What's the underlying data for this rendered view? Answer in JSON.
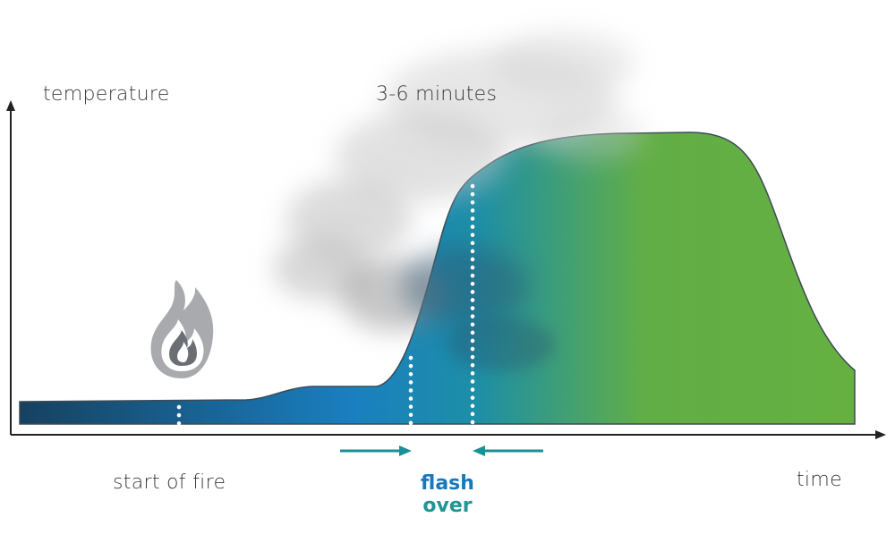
{
  "labels": {
    "y_axis": "temperature",
    "x_axis": "time",
    "duration": "3-6 minutes",
    "start": "start of fire",
    "flash_line1": "flash",
    "flash_line2": "over"
  },
  "colors": {
    "curve_start": "#16415f",
    "curve_mid": "#1a7fc0",
    "curve_end": "#62ae46",
    "flash_blue": "#1679be",
    "flash_teal": "#1f9594",
    "arrow": "#1b8f98",
    "axis": "#222222",
    "smoke": "#9a9a9a",
    "flame_outer": "#a8aaad",
    "flame_inner": "#6b6f73"
  },
  "icons": {
    "fire": "flame-icon"
  }
}
